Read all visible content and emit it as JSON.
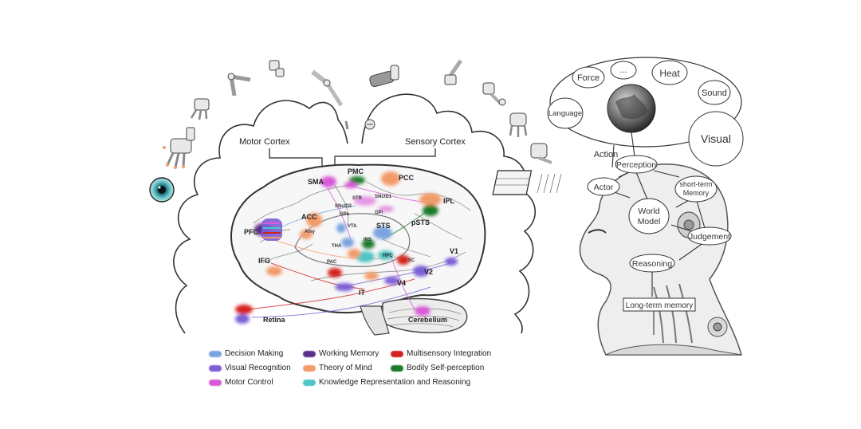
{
  "cortex_labels": {
    "motor": "Motor Cortex",
    "sensory": "Sensory Cortex"
  },
  "brain_regions": {
    "sma": "SMA",
    "pmc": "PMC",
    "pcc": "PCC",
    "acc": "ACC",
    "pfc": "PFC",
    "ifg": "IFG",
    "ipl": "IPL",
    "sts": "STS",
    "psts": "pSTS",
    "vta": "VTA",
    "amy": "Amy",
    "ins": "INS",
    "tha": "THA",
    "hpc": "HPC",
    "pac": "PAC",
    "sc": "SC",
    "v1": "V1",
    "v2": "V2",
    "v4": "V4",
    "it": "IT",
    "retina": "Retina",
    "cerebellum": "Cerebellum",
    "str": "STR",
    "snc": "SNc/D2",
    "gpe": "GPe",
    "gpi": "GPi",
    "snd1": "SNc/D1"
  },
  "legend": [
    {
      "label": "Decision Making",
      "color": "#7aa3e0"
    },
    {
      "label": "Working Memory",
      "color": "#5b2f8c"
    },
    {
      "label": "Multisensory Integration",
      "color": "#d4201f"
    },
    {
      "label": "Visual Recognition",
      "color": "#7b5fd6"
    },
    {
      "label": "Theory of Mind",
      "color": "#f29b6b"
    },
    {
      "label": "Bodily Self-perception",
      "color": "#1c7a2a"
    },
    {
      "label": "Motor Control",
      "color": "#d85ad8"
    },
    {
      "label": "Knowledge Representation and Reasoning",
      "color": "#4fc4c4"
    }
  ],
  "world_model": {
    "environment": {
      "force": "Force",
      "ellipsis": "...",
      "heat": "Heat",
      "sound": "Sound",
      "language": "Language",
      "visual": "Visual"
    },
    "action": "Action",
    "perception": "Perception",
    "actor": "Actor",
    "short_term_memory_1": "short-term",
    "short_term_memory_2": "Memory",
    "world_model_1": "World",
    "world_model_2": "Model",
    "judgement": "Judgement",
    "reasoning": "Reasoning",
    "long_term_memory": "Long-term memory"
  },
  "icons": [
    "eye-icon",
    "robot-hand-icon",
    "robot-arm-icon",
    "gripper-icon",
    "sensor-chip-icon",
    "earth-globe-icon",
    "robot-head-icon"
  ]
}
